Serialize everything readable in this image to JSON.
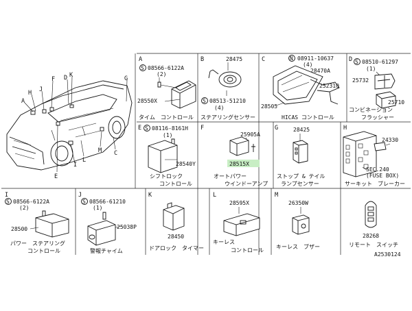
{
  "car": {
    "letters": [
      "A",
      "H",
      "J",
      "F",
      "D",
      "K",
      "G",
      "E",
      "I",
      "L",
      "M",
      "C"
    ]
  },
  "panels": {
    "A": {
      "letter": "A",
      "bolt": "08566-6122A",
      "qty": "(2)",
      "part": "28550X",
      "caption": "タイム　コントロール"
    },
    "B": {
      "letter": "B",
      "part": "28475",
      "bolt": "08513-51210",
      "qty": "(4)",
      "caption": "ステアリングセンサー"
    },
    "C": {
      "letter": "C",
      "nut": "08911-10637",
      "qty": "(4)",
      "part1": "28470A",
      "part2": "25231Q",
      "part3": "28505",
      "caption": "HICAS コントロール"
    },
    "D": {
      "letter": "D",
      "bolt": "08510-61297",
      "qty": "(1)",
      "part1": "25732",
      "part2": "25710",
      "caption1": "コンビネーション",
      "caption2": "フラッシャー"
    },
    "E": {
      "letter": "E",
      "bolt": "08116-8161H",
      "qty": "(1)",
      "part": "28540Y",
      "caption1": "シフトロック",
      "caption2": "コントロール"
    },
    "F": {
      "letter": "F",
      "part1": "25905A",
      "part2": "28515X",
      "caption1": "オートパワー",
      "caption2": "ウインドーアンプ"
    },
    "G": {
      "letter": "G",
      "part": "28425",
      "caption1": "ストップ & テイル",
      "caption2": "ランプセンサー"
    },
    "H": {
      "letter": "H",
      "part1": "24330",
      "part2": "SEC.240",
      "part3": "(FUSE BOX)",
      "caption": "サーキット　ブレーカー"
    },
    "I": {
      "letter": "I",
      "bolt": "08566-6122A",
      "qty": "(2)",
      "part": "28500",
      "caption1": "パワー　ステアリング",
      "caption2": "コントロール"
    },
    "J": {
      "letter": "J",
      "bolt": "08566-61210",
      "qty": "(1)",
      "part": "25038P",
      "caption": "警報チャイム"
    },
    "K": {
      "letter": "K",
      "part": "28450",
      "caption": "ドアロック　タイマー"
    },
    "L": {
      "letter": "L",
      "part": "28595X",
      "caption1": "キーレス",
      "caption2": "コントロール"
    },
    "M": {
      "letter": "M",
      "part": "26350W",
      "caption": "キーレス　ブザー"
    },
    "N": {
      "part": "28268",
      "caption": "リモート　スイッチ"
    }
  },
  "footer": {
    "code": "A2530124"
  },
  "symbols": {
    "s": "S",
    "n": "N"
  },
  "colors": {
    "highlight": "#c8eec4"
  }
}
